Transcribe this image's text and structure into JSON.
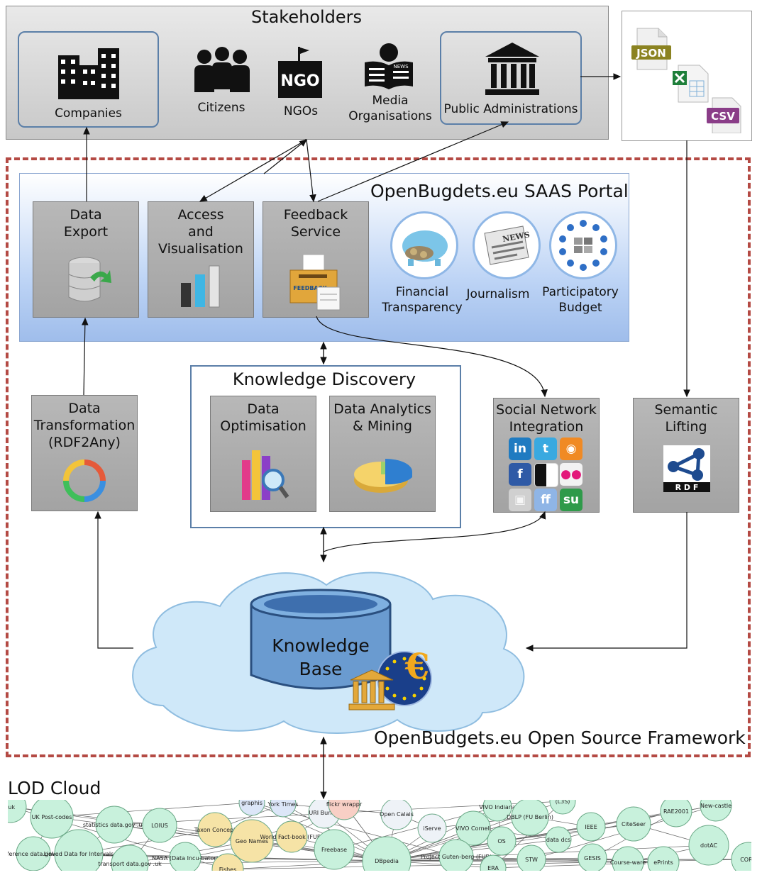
{
  "stakeholders": {
    "title": "Stakeholders",
    "companies": "Companies",
    "citizens": "Citizens",
    "ngos": "NGOs",
    "ngo_badge": "NGO",
    "media_line1": "Media",
    "media_line2": "Organisations",
    "news_badge": "NEWS",
    "public_admin": "Public Administrations"
  },
  "files": [
    "JSON",
    "CSV"
  ],
  "portal": {
    "title": "OpenBugdets.eu SAAS Portal",
    "data_export": [
      "Data",
      "Export"
    ],
    "access": [
      "Access",
      "and",
      "Visualisation"
    ],
    "feedback": [
      "Feedback",
      "Service"
    ],
    "feedback_icon_text": "FEEDBACK",
    "financial": [
      "Financial",
      "Transparency"
    ],
    "journalism": "Journalism",
    "participatory": [
      "Participatory",
      "Budget"
    ]
  },
  "knowledge_discovery": {
    "title": "Knowledge Discovery",
    "optimisation": [
      "Data",
      "Optimisation"
    ],
    "analytics": [
      "Data Analytics",
      "& Mining"
    ]
  },
  "transformation": [
    "Data",
    "Transformation",
    "(RDF2Any)"
  ],
  "social": {
    "label": [
      "Social Network",
      "Integration"
    ],
    "icons": [
      "in",
      "t",
      "f",
      "ff",
      "su"
    ]
  },
  "semantic": {
    "label": [
      "Semantic",
      "Lifting"
    ],
    "rdf": "R D F"
  },
  "knowledge_base": [
    "Knowledge",
    "Base"
  ],
  "euro": "€",
  "framework_label": "OpenBudgets.eu Open Source Framework",
  "lod": {
    "title": "LOD Cloud",
    "nodes": [
      {
        "label": ".uk"
      },
      {
        "label": "UK Post-codes"
      },
      {
        "label": "statistics data.gov .uk"
      },
      {
        "label": "LOIUS"
      },
      {
        "label": "reference data.gov .uk"
      },
      {
        "label": "Linked Data for Intervals"
      },
      {
        "label": "transport data.gov .uk"
      },
      {
        "label": "NASA (Data Incu-bator)"
      },
      {
        "label": "Taxon Concept"
      },
      {
        "label": "Geo Names"
      },
      {
        "label": "World Fact-book (FUB)"
      },
      {
        "label": "York Times"
      },
      {
        "label": "URI Burner"
      },
      {
        "label": "flickr wrappr"
      },
      {
        "label": "Open Calais"
      },
      {
        "label": "Freebase"
      },
      {
        "label": "DBpedia"
      },
      {
        "label": "iServe"
      },
      {
        "label": "VIVO Indiana"
      },
      {
        "label": "VIVO Cornell"
      },
      {
        "label": "DBLP (FU Berlin)"
      },
      {
        "label": "OS"
      },
      {
        "label": "data dcs"
      },
      {
        "label": "IEEE"
      },
      {
        "label": "CiteSeer"
      },
      {
        "label": "RAE2001"
      },
      {
        "label": "New-castle"
      },
      {
        "label": "dotAC"
      },
      {
        "label": "GESIS"
      },
      {
        "label": "STW"
      },
      {
        "label": "Course-ware"
      },
      {
        "label": "ePrints"
      },
      {
        "label": "CORD"
      },
      {
        "label": "Project Guten-berg (FUB)"
      },
      {
        "label": "ERA"
      },
      {
        "label": "Fishes"
      },
      {
        "label": "graphis"
      },
      {
        "label": "(L3S)"
      }
    ]
  }
}
